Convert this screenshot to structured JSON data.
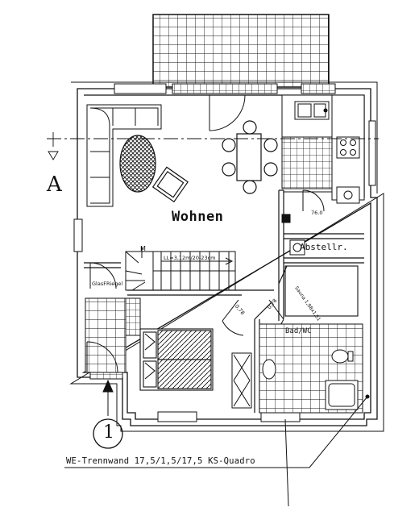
{
  "rooms": {
    "living": "Wohnen",
    "storage": "Abstellr.",
    "bath": "Bad/WC"
  },
  "annotations": {
    "stair_note": "LL=3,12m/20-23cm",
    "glass_bar": "GlasFRiegel",
    "sauna": "Sauna 1,98x1,51",
    "handrail_mark": "M",
    "level_mark": "76.0",
    "floor_mark_1": "0,78",
    "floor_mark_2": "0,78"
  },
  "section_marker": {
    "label": "A"
  },
  "axis_marker": {
    "label": "1"
  },
  "wall_callout": "WE-Trennwand 17,5/1,5/17,5 KS-Quadro"
}
